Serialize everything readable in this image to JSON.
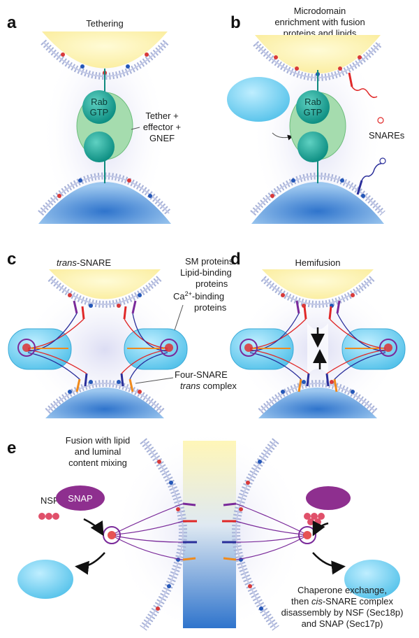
{
  "panels": {
    "a": {
      "letter": "a",
      "title": "Tethering",
      "rab_line1": "Rab",
      "rab_line2": "GTP",
      "tether_line1": "Tether +",
      "tether_line2": "effector +",
      "tether_line3": "GNEF"
    },
    "b": {
      "letter": "b",
      "title_line1": "Microdomain",
      "title_line2": "enrichment with fusion",
      "title_line3": "proteins and lipids",
      "rab_line1": "Rab",
      "rab_line2": "GTP",
      "snares": "SNAREs"
    },
    "c": {
      "letter": "c",
      "title_italic": "trans",
      "title_rest": "-SNARE",
      "title_line2": "pairing",
      "sm_line1": "SM proteins",
      "sm_line2": "Lipid-binding",
      "sm_line3": "proteins",
      "ca_prefix": "Ca",
      "ca_sup": "2+",
      "ca_suffix": "-binding",
      "ca_line2": "proteins",
      "four_line1": "Four-SNARE",
      "four_italic": "trans",
      "four_rest": " complex"
    },
    "d": {
      "letter": "d",
      "title": "Hemifusion"
    },
    "e": {
      "letter": "e",
      "title_line1": "Fusion with lipid",
      "title_line2": "and luminal",
      "title_line3": "content mixing",
      "nsf": "NSF",
      "snap": "SNAP",
      "cap_line1": "Chaperone exchange,",
      "cap_line2_pre": "then ",
      "cap_line2_italic": "cis",
      "cap_line2_rest": "-SNARE complex",
      "cap_line3": "disassembly by NSF (Sec18p)",
      "cap_line4": "and SNAP (Sec17p)"
    }
  },
  "colors": {
    "top_vesicle": "#fff6b3",
    "bottom_vesicle": "#3f86d6",
    "tether": "#9fd9a8",
    "rab": "#13a99a",
    "chaperone": "#7fd3f2",
    "snap": "#8e2f8f",
    "nsf": "#e0506a",
    "snare_red": "#e02828",
    "snare_blue": "#2a2e9a",
    "snare_orange": "#f08a1c",
    "snare_purple": "#7a2a9a"
  }
}
